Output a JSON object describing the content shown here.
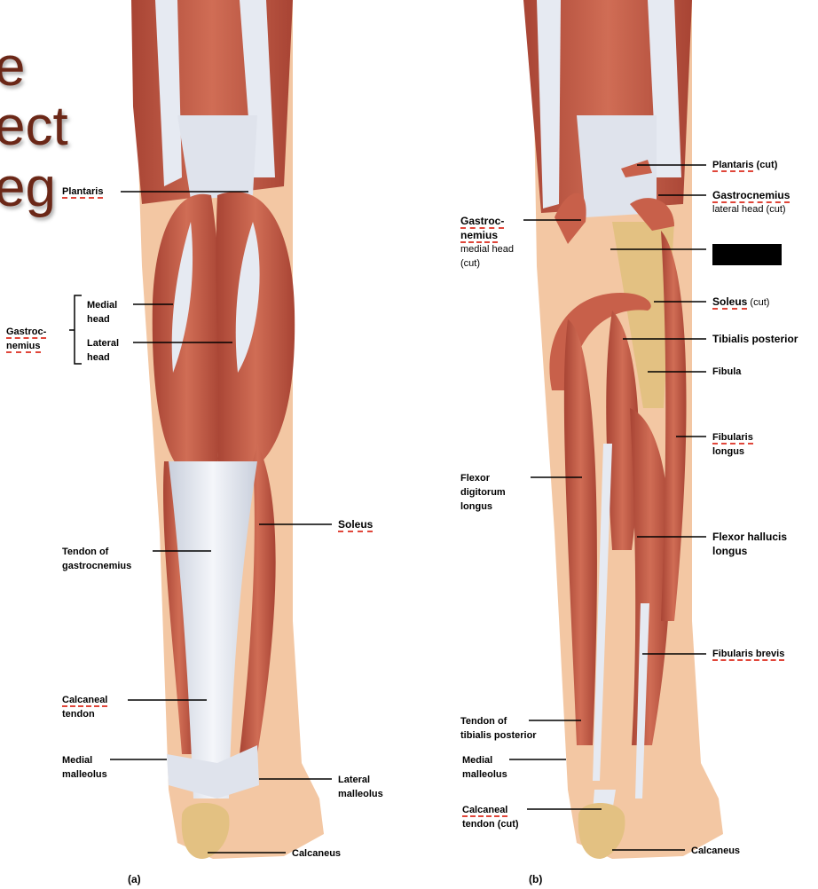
{
  "title_fragments": [
    "e",
    "ect",
    "eg"
  ],
  "panel_a": {
    "tag": "(a)",
    "plantaris": "Plantaris",
    "gastroc_group": [
      "Gastroc-",
      "nemius"
    ],
    "medial_head": [
      "Medial",
      "head"
    ],
    "lateral_head": [
      "Lateral",
      "head"
    ],
    "soleus": "Soleus",
    "tendon_gastroc": [
      "Tendon of",
      "gastrocnemius"
    ],
    "calcaneal_tendon": [
      "Calcaneal",
      "tendon"
    ],
    "medial_malleolus": [
      "Medial",
      "malleolus"
    ],
    "lateral_malleolus": [
      "Lateral",
      "malleolus"
    ],
    "calcaneus": "Calcaneus"
  },
  "panel_b": {
    "tag": "(b)",
    "plantaris_cut": [
      "Plantaris",
      " (cut)"
    ],
    "gastroc_lateral_cut": [
      "Gastrocnemius",
      "lateral head (cut)"
    ],
    "gastroc_medial_cut": [
      "Gastroc-",
      "nemius",
      "medial head",
      "(cut)"
    ],
    "soleus_cut": [
      "Soleus",
      " (cut)"
    ],
    "tibialis_posterior": "Tibialis posterior",
    "fibula": "Fibula",
    "fibularis_longus": [
      "Fibularis",
      "longus"
    ],
    "flexor_digitorum": [
      "Flexor",
      "digitorum",
      "longus"
    ],
    "flexor_hallucis": [
      "Flexor hallucis",
      "longus"
    ],
    "fibularis_brevis": "Fibularis brevis",
    "tendon_tib_post": [
      "Tendon of",
      "tibialis posterior"
    ],
    "medial_malleolus": [
      "Medial",
      "malleolus"
    ],
    "calcaneal_tendon_cut": [
      "Calcaneal",
      "tendon (cut)"
    ],
    "calcaneus": "Calcaneus"
  },
  "colors": {
    "muscle": "#c8604a",
    "muscle_dark": "#a84434",
    "tendon": "#e6eaf2",
    "skin": "#f3c7a3",
    "bone": "#e3c182",
    "title": "#6b2717"
  }
}
